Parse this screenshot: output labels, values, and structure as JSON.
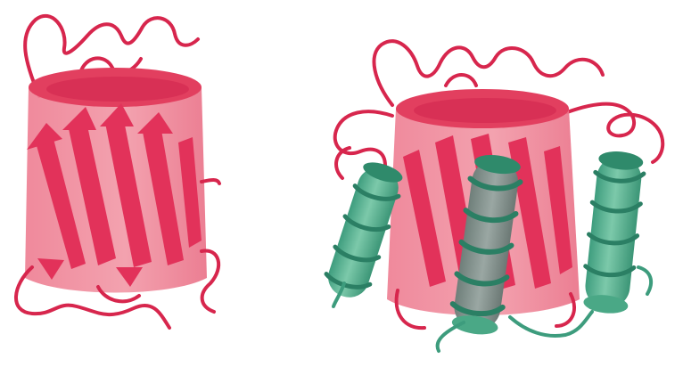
{
  "figure": {
    "panels": [
      {
        "id": "left",
        "structure": "beta-barrel"
      },
      {
        "id": "right",
        "structure": "beta-barrel-with-helices"
      }
    ]
  },
  "colors": {
    "background": "#ffffff",
    "barrel_fill": "#f08a9a",
    "barrel_top": "#e23f5f",
    "strand": "#e2325a",
    "loop": "#d7264d",
    "helix_fill": "#63b595",
    "helix_dark": "#2b7f64",
    "helix_band": "#3d9c7d"
  }
}
